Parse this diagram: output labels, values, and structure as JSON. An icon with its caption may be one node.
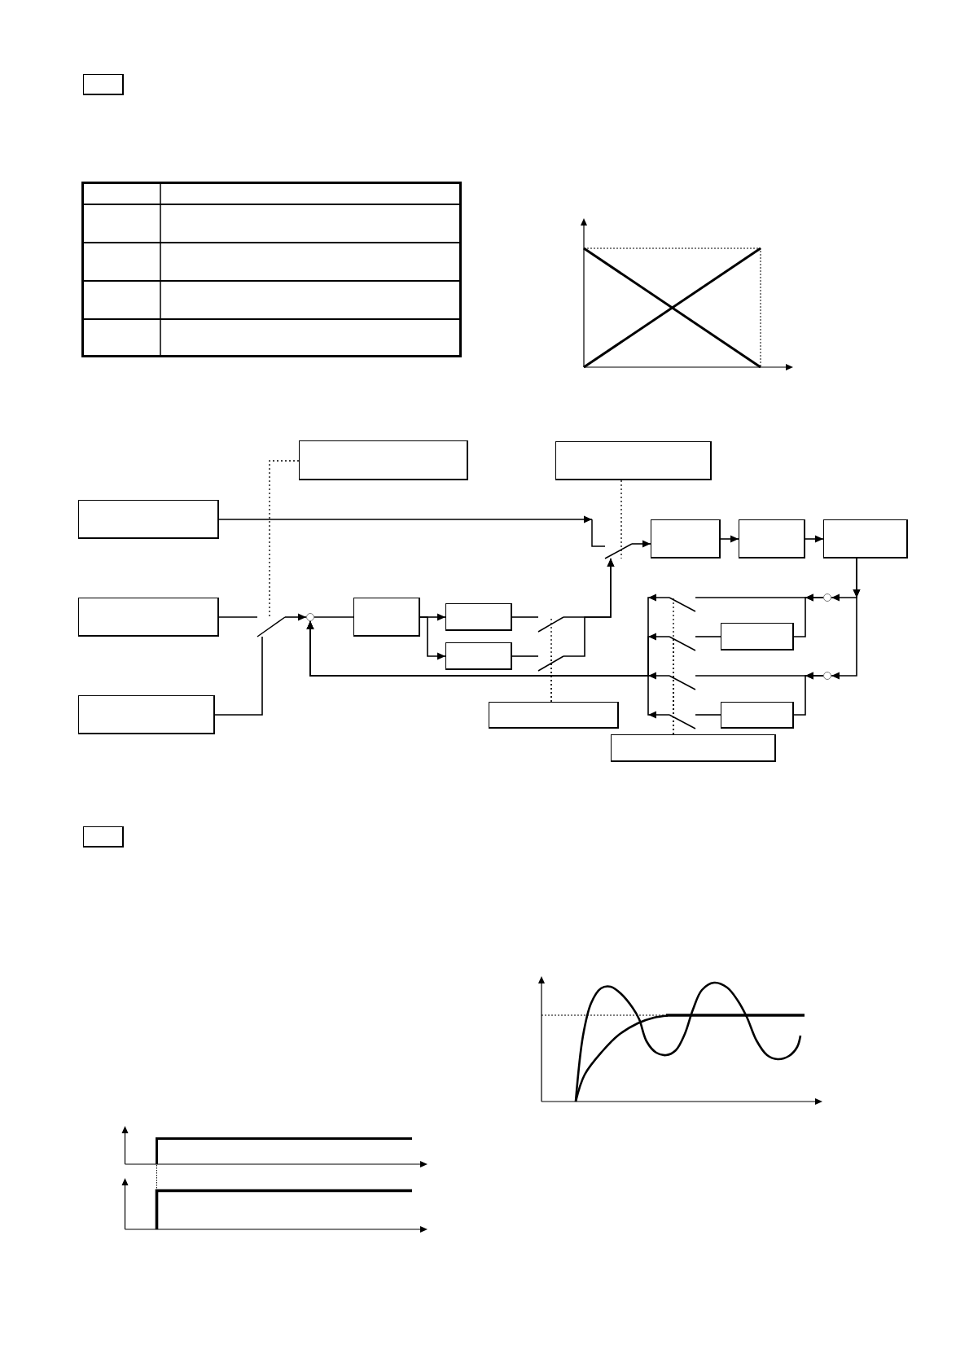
{
  "diagram": {
    "nodes": [
      {
        "text": [],
        "shape": "box"
      },
      {
        "text": [],
        "shape": "box"
      },
      {
        "text": [],
        "shape": "box"
      },
      {
        "text": [],
        "shape": "box"
      },
      {
        "text": [],
        "shape": "box"
      },
      {
        "text": [],
        "shape": "box"
      },
      {
        "text": [],
        "shape": "box"
      },
      {
        "text": [],
        "shape": "switch"
      },
      {
        "text": [],
        "shape": "circle"
      },
      {
        "text": [],
        "shape": "switch"
      },
      {
        "text": [],
        "shape": "box"
      },
      {
        "text": [],
        "shape": "box"
      },
      {
        "text": [],
        "shape": "box"
      },
      {
        "text": [],
        "shape": "circle"
      },
      {
        "text": [],
        "shape": "switch"
      },
      {
        "text": [],
        "shape": "switch"
      },
      {
        "text": [],
        "shape": "box"
      },
      {
        "text": [],
        "shape": "switch"
      },
      {
        "text": [],
        "shape": "box"
      },
      {
        "text": [],
        "shape": "switch"
      },
      {
        "text": [],
        "shape": "circle"
      },
      {
        "text": [],
        "shape": "switch"
      },
      {
        "text": [],
        "shape": "box"
      },
      {
        "text": [],
        "shape": "box"
      },
      {
        "text": [],
        "shape": "box"
      },
      {
        "text": [],
        "shape": "switch"
      },
      {
        "text": [],
        "shape": "box"
      },
      {
        "text": [],
        "shape": "box"
      }
    ],
    "edges": [
      {
        "from": 3,
        "to": 7,
        "arrow": "to"
      },
      {
        "from": 2,
        "to": 7,
        "arrow": "none",
        "style": "dashed"
      },
      {
        "from": 7,
        "to": 4,
        "arrow": "to"
      },
      {
        "from": 4,
        "to": 5,
        "arrow": "to"
      },
      {
        "from": 5,
        "to": 6,
        "arrow": "to"
      },
      {
        "from": 6,
        "to": 8,
        "arrow": "to"
      },
      {
        "from": 6,
        "to": 20,
        "arrow": "to"
      },
      {
        "from": 8,
        "to": 9,
        "arrow": "to"
      },
      {
        "from": 8,
        "to": 16,
        "arrow": "to"
      },
      {
        "from": 16,
        "to": 17,
        "arrow": "none"
      },
      {
        "from": 20,
        "to": 21,
        "arrow": "to"
      },
      {
        "from": 20,
        "to": 24,
        "arrow": "to"
      },
      {
        "from": 24,
        "to": 25,
        "arrow": "none"
      },
      {
        "from": 9,
        "to": 13,
        "arrow": "to"
      },
      {
        "from": 17,
        "to": 13,
        "arrow": "to"
      },
      {
        "from": 21,
        "to": 13,
        "arrow": "to"
      },
      {
        "from": 25,
        "to": 13,
        "arrow": "to"
      },
      {
        "from": 26,
        "to": 9,
        "arrow": "none",
        "style": "dashed"
      },
      {
        "from": 26,
        "to": 17,
        "arrow": "none",
        "style": "dashed"
      },
      {
        "from": 26,
        "to": 21,
        "arrow": "none",
        "style": "dashed"
      },
      {
        "from": 26,
        "to": 25,
        "arrow": "none",
        "style": "dashed"
      },
      {
        "from": 10,
        "to": 14,
        "arrow": "none"
      },
      {
        "from": 22,
        "to": 14,
        "arrow": "none"
      },
      {
        "from": 1,
        "to": 14,
        "arrow": "none",
        "style": "dashed"
      },
      {
        "from": 14,
        "to": 13,
        "arrow": "to"
      },
      {
        "from": 13,
        "to": 11,
        "arrow": "none"
      },
      {
        "from": 11,
        "to": 12,
        "arrow": "to"
      },
      {
        "from": 11,
        "to": 18,
        "arrow": "to"
      },
      {
        "from": 12,
        "to": 15,
        "arrow": "none"
      },
      {
        "from": 18,
        "to": 19,
        "arrow": "none"
      },
      {
        "from": 15,
        "to": 7,
        "arrow": "to"
      },
      {
        "from": 19,
        "to": 7,
        "arrow": "to"
      },
      {
        "from": 23,
        "to": 19,
        "arrow": "none",
        "style": "dashed"
      },
      {
        "from": 23,
        "to": 15,
        "arrow": "none",
        "style": "dashed"
      }
    ]
  }
}
